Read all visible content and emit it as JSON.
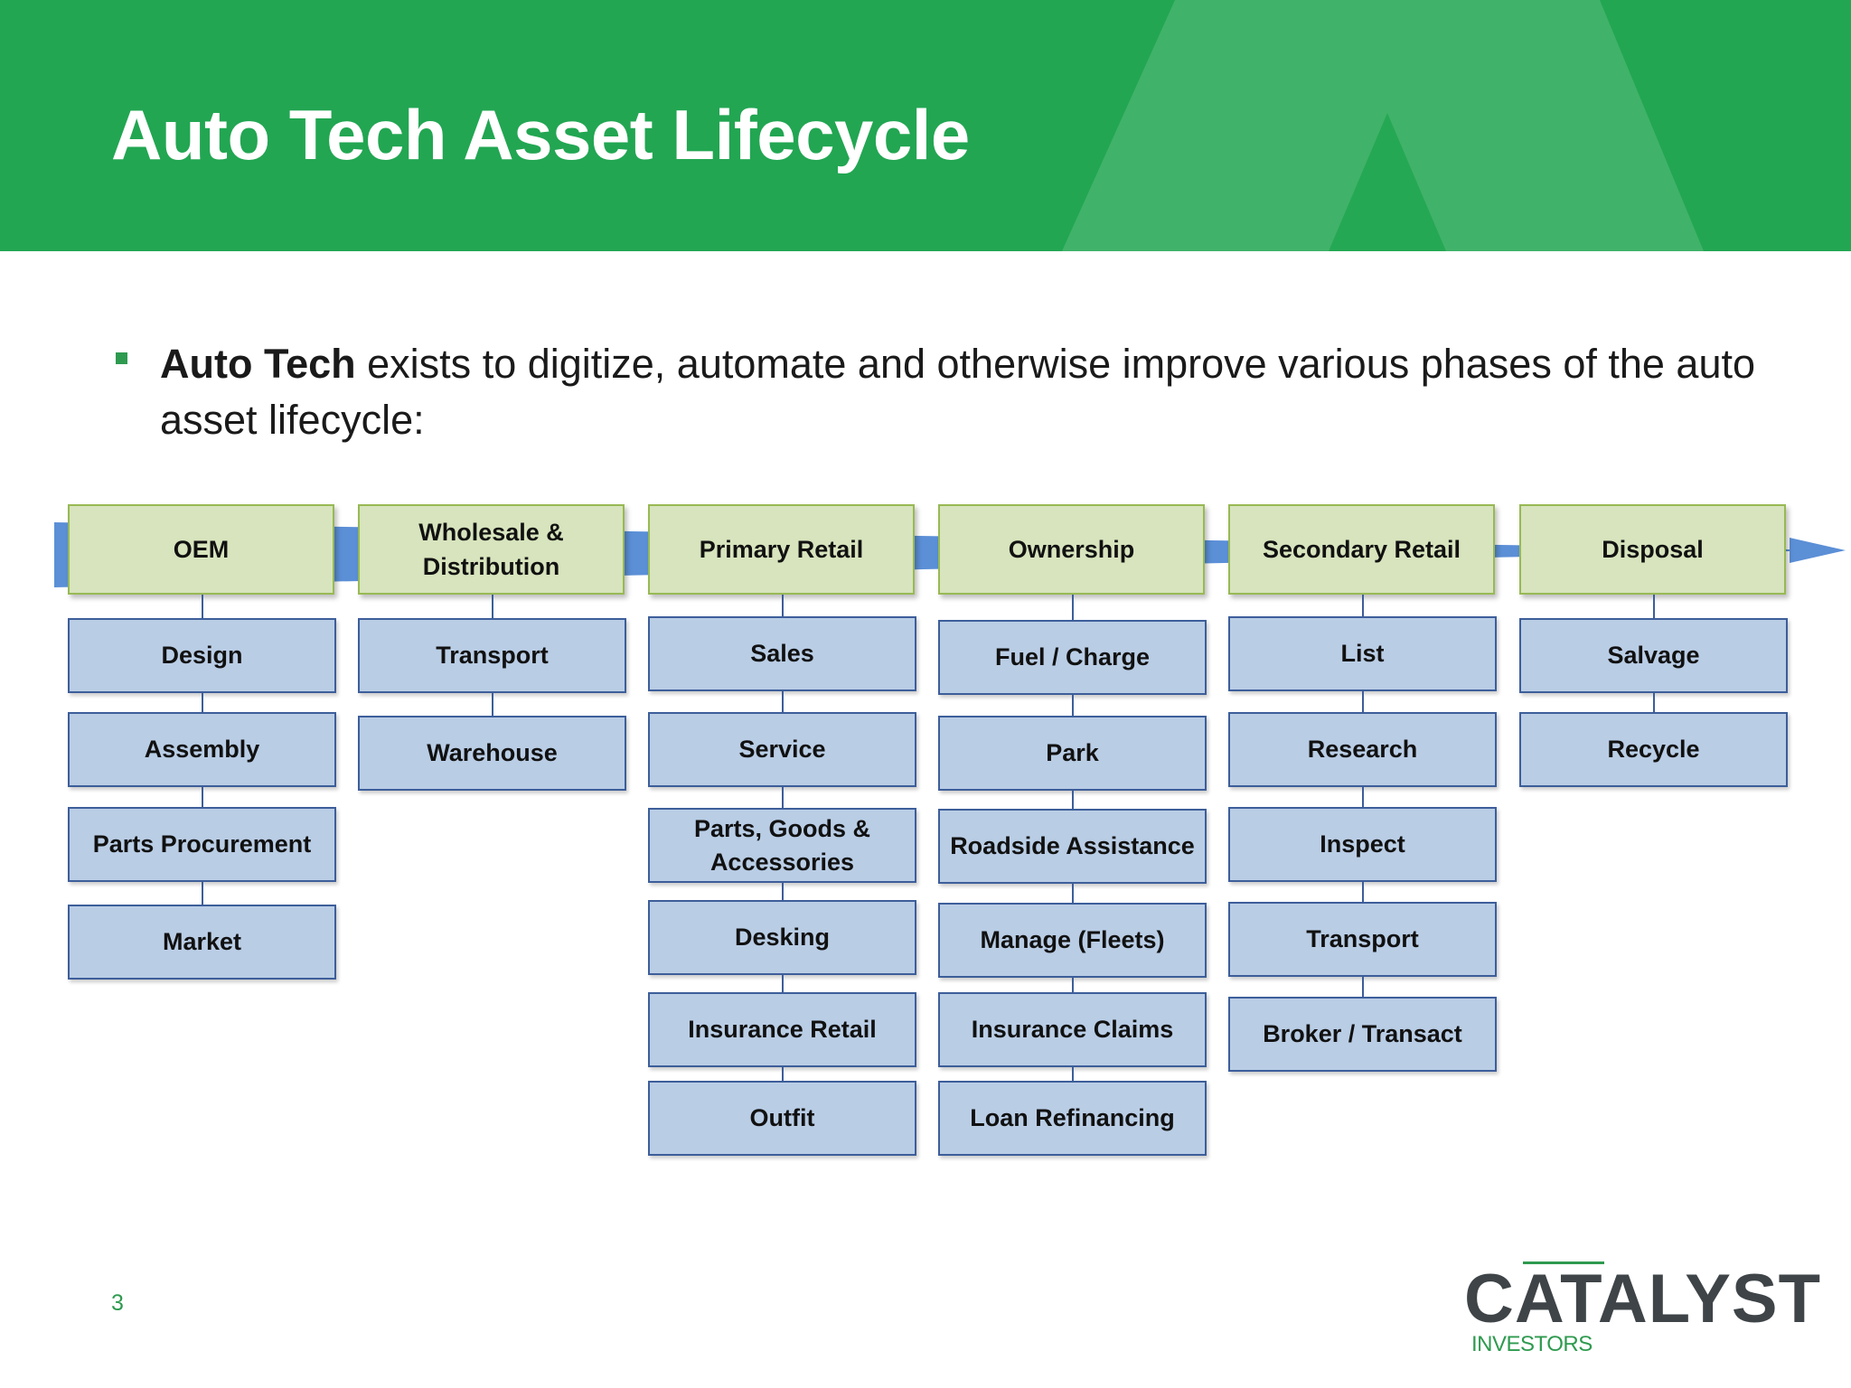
{
  "header": {
    "title": "Auto Tech Asset Lifecycle"
  },
  "bullet": {
    "bold_lead": "Auto Tech",
    "text": " exists to digitize, automate and otherwise improve various phases of the auto asset lifecycle:"
  },
  "columns": [
    {
      "phase": "OEM",
      "steps": [
        "Design",
        "Assembly",
        "Parts Procurement",
        "Market"
      ]
    },
    {
      "phase": "Wholesale & Distribution",
      "steps": [
        "Transport",
        "Warehouse"
      ]
    },
    {
      "phase": "Primary Retail",
      "steps": [
        "Sales",
        "Service",
        "Parts, Goods & Accessories",
        "Desking",
        "Insurance Retail",
        "Outfit"
      ]
    },
    {
      "phase": "Ownership",
      "steps": [
        "Fuel / Charge",
        "Park",
        "Roadside Assistance",
        "Manage (Fleets)",
        "Insurance Claims",
        "Loan Refinancing"
      ]
    },
    {
      "phase": "Secondary Retail",
      "steps": [
        "List",
        "Research",
        "Inspect",
        "Transport",
        "Broker / Transact"
      ]
    },
    {
      "phase": "Disposal",
      "steps": [
        "Salvage",
        "Recycle"
      ]
    }
  ],
  "footer": {
    "page_number": "3"
  },
  "logo": {
    "name": "CATALYST",
    "sub": "INVESTORS"
  },
  "colors": {
    "header_green": "#22a652",
    "phase_fill": "#d7e4bd",
    "phase_border": "#98b954",
    "step_fill": "#b9cde5",
    "step_border": "#3d5e9a",
    "arrow_blue": "#5b8fd6"
  }
}
